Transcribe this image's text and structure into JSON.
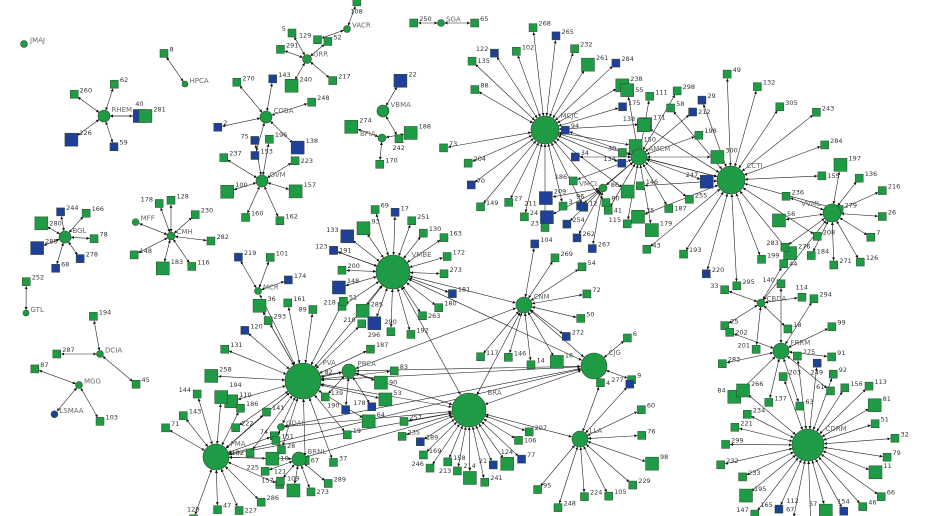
{
  "colors": {
    "green": "#1f9a45",
    "blue": "#1f3f99",
    "edge": "#222222",
    "outline": "#2a4a2a"
  },
  "hubs": [
    {
      "id": "JMAJ",
      "label": "JMAJ",
      "leaves": []
    },
    {
      "id": "RHEM",
      "label": "RHEM",
      "leaves": [
        "40",
        "59",
        "226",
        "260",
        "62",
        "281"
      ],
      "blue": [
        "40",
        "59",
        "226"
      ],
      "big": [
        "40",
        "281",
        "226"
      ]
    },
    {
      "id": "HPCA",
      "label": "HPCA",
      "leaves": [
        "8"
      ]
    },
    {
      "id": "VACR",
      "label": "VACR",
      "leaves": [
        "129",
        "108"
      ]
    },
    {
      "id": "SGA",
      "label": "SGA",
      "leaves": [
        "250",
        "65"
      ]
    },
    {
      "id": "GRR",
      "label": "GRR",
      "leaves": [
        "5",
        "52",
        "217",
        "240",
        "291"
      ],
      "big": [
        "240"
      ]
    },
    {
      "id": "VBMA",
      "label": "VBMA",
      "leaves": [
        "22",
        "242"
      ],
      "blue": [
        "22"
      ],
      "big": [
        "22"
      ]
    },
    {
      "id": "COBA",
      "label": "COBA",
      "leaves": [
        "143",
        "248",
        "138",
        "153",
        "2",
        "270"
      ],
      "blue": [
        "143",
        "138",
        "153",
        "2"
      ],
      "big": [
        "138"
      ]
    },
    {
      "id": "BFIA",
      "label": "BFIA",
      "leaves": [
        "188",
        "170",
        "274"
      ],
      "big": [
        "188",
        "274"
      ]
    },
    {
      "id": "OVM",
      "label": "OVM",
      "leaves": [
        "196",
        "223",
        "157",
        "162",
        "160",
        "100",
        "237",
        "75"
      ],
      "blue": [
        "75"
      ],
      "big": [
        "100",
        "157"
      ]
    },
    {
      "id": "BGL",
      "label": "BGL",
      "leaves": [
        "244",
        "166",
        "78",
        "278",
        "68",
        "288",
        "280"
      ],
      "blue": [
        "244",
        "278",
        "68",
        "288"
      ],
      "big": [
        "288",
        "280"
      ]
    },
    {
      "id": "CMH",
      "label": "CMH",
      "leaves": [
        "128",
        "230",
        "282",
        "116",
        "183",
        "148",
        "MFF",
        "178"
      ],
      "big": [
        "183"
      ]
    },
    {
      "id": "MCR",
      "label": "MCR",
      "leaves": [
        "219",
        "101",
        "174"
      ],
      "blue": [
        "219",
        "174"
      ]
    },
    {
      "id": "GTL",
      "label": "GTL",
      "leaves": [
        "252"
      ]
    },
    {
      "id": "DCIA",
      "label": "DCIA",
      "leaves": [
        "194",
        "45",
        "287"
      ]
    },
    {
      "id": "MGG",
      "label": "MGG",
      "leaves": [
        "103",
        "LSMAA",
        "87"
      ]
    },
    {
      "id": "VMBE",
      "label": "VMBE",
      "leaves": [
        "191",
        "133",
        "93",
        "69",
        "17",
        "251",
        "130",
        "163",
        "172",
        "273",
        "181",
        "180",
        "263",
        "192",
        "290",
        "296",
        "285",
        "218",
        "148",
        "200",
        "123"
      ],
      "blue": [
        "133",
        "17",
        "181",
        "296",
        "148",
        "123"
      ],
      "big": [
        "148",
        "133",
        "93",
        "285",
        "296"
      ]
    },
    {
      "id": "MCJC",
      "label": "MCJC",
      "leaves": [
        "88",
        "135",
        "122",
        "102",
        "268",
        "265",
        "232",
        "261",
        "284",
        "238",
        "175",
        "171",
        "150",
        "134",
        "86",
        "80",
        "12",
        "3",
        "23",
        "24",
        "27",
        "149",
        "70",
        "204",
        "73"
      ],
      "blue": [
        "122",
        "265",
        "284",
        "175",
        "134",
        "12",
        "70"
      ],
      "big": [
        "171",
        "261",
        "238",
        "150",
        "86"
      ]
    },
    {
      "id": "AMCM",
      "label": "AMCM",
      "leaves": [
        "55",
        "111",
        "298",
        "212",
        "198",
        "300",
        "247",
        "255",
        "187",
        "179",
        "115",
        "41",
        "96",
        "186",
        "34",
        "94"
      ],
      "blue": [
        "212",
        "247",
        "96",
        "34",
        "94"
      ],
      "big": [
        "55",
        "300",
        "247",
        "179"
      ]
    },
    {
      "id": "VMCI",
      "label": "VMCI",
      "leaves": [
        "267",
        "262",
        "254",
        "211",
        "209"
      ],
      "blue": [
        "267",
        "262",
        "254",
        "211",
        "209"
      ],
      "big": [
        "211",
        "209"
      ]
    },
    {
      "id": "CCTI",
      "label": "CCTI",
      "leaves": [
        "29",
        "49",
        "132",
        "305",
        "243",
        "284",
        "155",
        "279",
        "208",
        "276",
        "199",
        "295",
        "220",
        "193",
        "43",
        "35",
        "146",
        "30",
        "138",
        "58"
      ],
      "blue": [
        "29",
        "220"
      ],
      "big": [
        "276",
        "35",
        "138"
      ]
    },
    {
      "id": "VVML",
      "label": "VVML",
      "leaves": [
        "197",
        "136",
        "216",
        "26",
        "7",
        "126",
        "271",
        "184",
        "283",
        "56",
        "236"
      ],
      "big": [
        "197",
        "56"
      ]
    },
    {
      "id": "CBDA",
      "label": "CBDA",
      "leaves": [
        "44",
        "114",
        "18",
        "201",
        "25",
        "33"
      ]
    },
    {
      "id": "FRRM",
      "label": "FRRM",
      "leaves": [
        "140",
        "294",
        "99",
        "91",
        "61",
        "63",
        "137",
        "84",
        "283",
        "202"
      ],
      "big": [
        "84"
      ]
    },
    {
      "id": "CDRM",
      "label": "CDRM",
      "leaves": [
        "203",
        "275",
        "249",
        "92",
        "156",
        "113",
        "81",
        "51",
        "32",
        "79",
        "11",
        "66",
        "46",
        "154",
        "57",
        "67",
        "112",
        "165",
        "147",
        "195",
        "233",
        "232",
        "299",
        "221",
        "234",
        "266"
      ],
      "blue": [
        "249",
        "154",
        "165"
      ],
      "big": [
        "81",
        "11",
        "57",
        "195",
        "266"
      ]
    },
    {
      "id": "CNM",
      "label": "CNM",
      "leaves": [
        "104",
        "269",
        "54",
        "72",
        "50",
        "272",
        "16",
        "14",
        "146",
        "117"
      ],
      "blue": [
        "104",
        "272"
      ],
      "big": [
        "16"
      ]
    },
    {
      "id": "CJG",
      "label": "CJG",
      "leaves": [
        "6",
        "9"
      ]
    },
    {
      "id": "LLA",
      "label": "LLA",
      "leaves": [
        "4",
        "277",
        "60",
        "76",
        "98",
        "229",
        "105",
        "224",
        "248",
        "95"
      ],
      "blue": [
        "277"
      ],
      "big": [
        "98"
      ]
    },
    {
      "id": "BRA",
      "label": "BRA",
      "leaves": [
        "207",
        "106",
        "77",
        "124",
        "21",
        "241",
        "214",
        "213",
        "158",
        "246",
        "169",
        "189",
        "235",
        "257"
      ],
      "blue": [
        "77",
        "21",
        "189"
      ],
      "big": [
        "124",
        "214"
      ]
    },
    {
      "id": "PVA",
      "label": "PVA",
      "leaves": [
        "36",
        "161",
        "89",
        "51",
        "210",
        "187",
        "83",
        "53",
        "64",
        "19",
        "37",
        "67",
        "28",
        "182",
        "222",
        "110",
        "258",
        "131",
        "120",
        "293"
      ],
      "blue": [
        "120"
      ],
      "big": [
        "110",
        "258",
        "36",
        "64",
        "53"
      ]
    },
    {
      "id": "PRCA",
      "label": "PRCA",
      "leaves": [
        "90",
        "178",
        "190",
        "139",
        "82"
      ],
      "blue": [
        "178",
        "190"
      ],
      "big": [
        "82",
        "90"
      ]
    },
    {
      "id": "PMA",
      "label": "PMA",
      "leaves": [
        "71",
        "143",
        "144",
        "194",
        "186",
        "141",
        "74",
        "10",
        "157",
        "286",
        "227",
        "47",
        "128"
      ],
      "big": [
        "10",
        "194"
      ]
    },
    {
      "id": "GDAL",
      "label": "GDAL",
      "leaves": [
        "151"
      ]
    },
    {
      "id": "BRNL",
      "label": "BRNL",
      "leaves": [
        "289",
        "273",
        "109",
        "121",
        "225"
      ],
      "big": [
        "109"
      ]
    }
  ],
  "links": [
    [
      "PVA",
      "PRCA"
    ],
    [
      "PVA",
      "BRA"
    ],
    [
      "PVA",
      "VMBE"
    ],
    [
      "PVA",
      "CJG"
    ],
    [
      "PVA",
      "MCR"
    ],
    [
      "PVA",
      "PMA"
    ],
    [
      "PVA",
      "GDAL"
    ],
    [
      "PRCA",
      "BRA"
    ],
    [
      "PRCA",
      "CJG"
    ],
    [
      "BRA",
      "CJG"
    ],
    [
      "BRA",
      "CNM"
    ],
    [
      "BRA",
      "LLA"
    ],
    [
      "VMBE",
      "CNM"
    ],
    [
      "VMBE",
      "CJG"
    ],
    [
      "VMBE",
      "BRA"
    ],
    [
      "PMA",
      "BRNL"
    ],
    [
      "PMA",
      "BRA"
    ],
    [
      "GDAL",
      "BRA"
    ],
    [
      "BRNL",
      "BRA"
    ],
    [
      "CNM",
      "CJG"
    ],
    [
      "PRCA",
      "CNM"
    ],
    [
      "PMA",
      "CJG"
    ],
    [
      "GDAL",
      "CJG"
    ],
    [
      "MCJC",
      "AMCM"
    ],
    [
      "AMCM",
      "CCTI"
    ],
    [
      "AMCM",
      "VMCI"
    ],
    [
      "CBDA",
      "VVML"
    ],
    [
      "MGG",
      "LSMAA"
    ],
    [
      "CMH",
      "MFF"
    ]
  ]
}
